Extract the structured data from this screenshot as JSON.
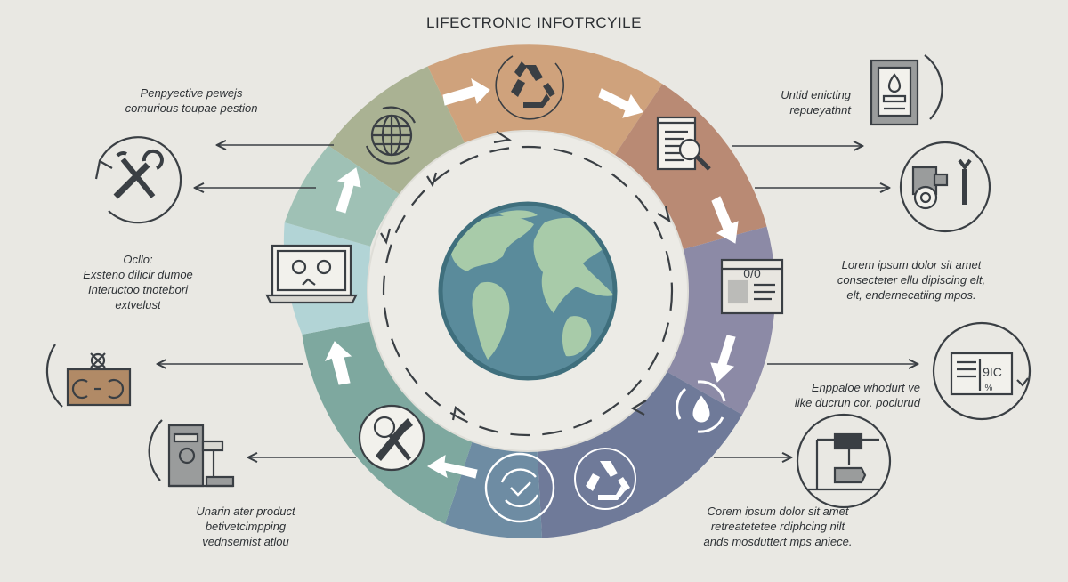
{
  "title": "LIFECTRONIC INFOTRCYILE",
  "notes": {
    "top_left": [
      "Penpyective pewejs",
      "comurious toupae pestion"
    ],
    "mid_left": [
      "Ocllo:",
      "Exsteno dilicir dumoe",
      "Inteructoo tnotebori",
      "extvelust"
    ],
    "bottom_left": [
      "Unarin ater product",
      "betivetcimpping",
      "vednsemist atlou"
    ],
    "top_right": [
      "Untid enicting",
      "repueyathnt"
    ],
    "mid_right": [
      "Lorem ipsum dolor sit amet",
      "consecteter ellu dipiscing elt,",
      "elt, endernecatiing mpos."
    ],
    "lower_right": [
      "Enppaloe whodurt ve",
      "like ducrun cor. pociurud"
    ],
    "bottom_right": [
      "Corem ipsum dolor sit amet",
      "retreatetetee rdiphcing nilt",
      "ands mosduttert mps aniece."
    ]
  },
  "icon_labels": {
    "monitor_text": "9IC",
    "monitor_small": "%",
    "panel_text": "0/0"
  },
  "colors": {
    "background": "#e9e8e3",
    "ink": "#3a3f44",
    "segment_sage": "#aab293",
    "segment_tan": "#cfa27c",
    "segment_rust": "#b98a74",
    "segment_lavender": "#8c8aa6",
    "segment_slate": "#6f7a99",
    "segment_blue": "#6e8ca3",
    "segment_teal": "#7ea89f",
    "segment_aqua": "#b2d4d6",
    "segment_mint": "#9fc1b5",
    "globe_ocean": "#5a8b9b",
    "globe_land": "#a8cba9"
  },
  "icons": {
    "ring": [
      "globe-network-icon",
      "recycle-icon",
      "document-search-icon",
      "control-panel-icon",
      "cycle-drop-icon",
      "recycle-icon",
      "cycle-check-icon",
      "tools-icon",
      "laptop-gears-icon"
    ],
    "outer": [
      "wrench-cycle-icon",
      "gear-board-icon",
      "machine-icon",
      "fuel-box-icon",
      "machine-wrench-icon",
      "monitor-icon",
      "industrial-machine-icon"
    ],
    "center": "globe-icon"
  }
}
